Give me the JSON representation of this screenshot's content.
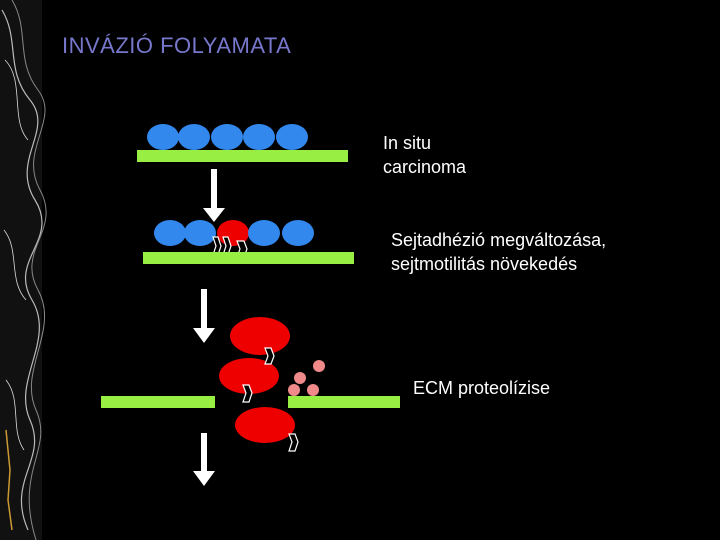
{
  "slide": {
    "title": "INVÁZIÓ FOLYAMATA",
    "labels": {
      "stage1": [
        "In situ",
        "carcinoma"
      ],
      "stage2": [
        "Sejtadhézió megváltozása,",
        "sejtmotilitás növekedés"
      ],
      "stage3": [
        "ECM proteolízise"
      ]
    }
  },
  "colors": {
    "background": "#000000",
    "title": "#7777cc",
    "membrane": "#99ee44",
    "normal_cell": "#3388ee",
    "invasive_cell": "#ee0000",
    "protease": "#f08a8a",
    "arrow": "#ffffff",
    "text": "#ffffff"
  },
  "icons": {
    "arrow": "down-arrow-icon",
    "adhesion": "adhesion-molecule-icon",
    "protease": "protease-dot-icon"
  }
}
